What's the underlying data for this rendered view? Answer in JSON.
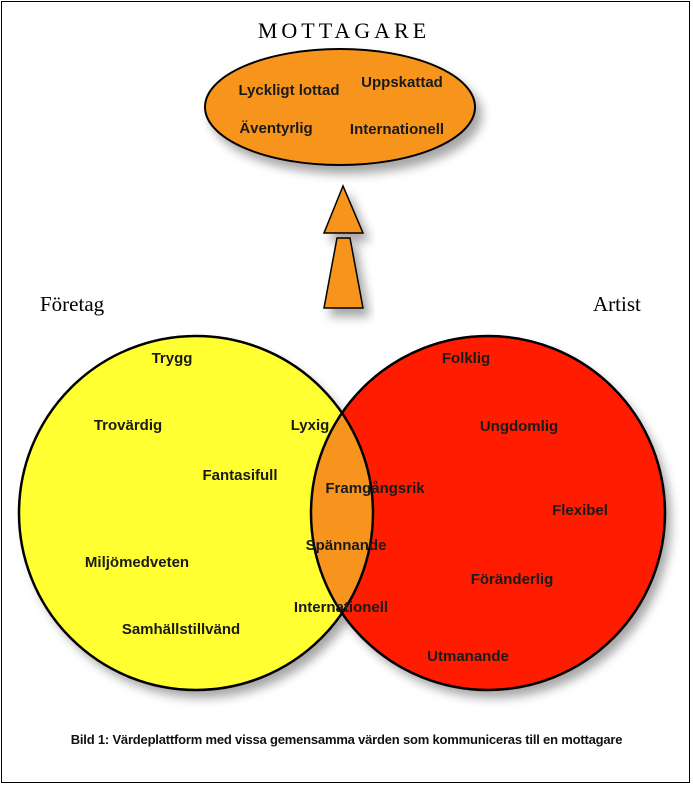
{
  "receiver": {
    "title": "MOTTAGARE",
    "values": [
      "Lyckligt lottad",
      "Uppskattad",
      "Äventyrlig",
      "Internationell"
    ]
  },
  "company": {
    "label": "Företag",
    "values": [
      "Trygg",
      "Trovärdig",
      "Fantasifull",
      "Miljömedveten",
      "Samhällstillvänd"
    ]
  },
  "artist": {
    "label": "Artist",
    "values": [
      "Folklig",
      "Ungdomlig",
      "Flexibel",
      "Föränderlig",
      "Utmanande"
    ]
  },
  "shared": {
    "values": [
      "Lyxig",
      "Framgångsrik",
      "Spännande",
      "Internationell"
    ]
  },
  "caption": "Bild 1: Värdeplattform med vissa gemensamma värden som kommuniceras till en mottagare",
  "colors": {
    "company_circle": "#FFFF33",
    "artist_circle": "#FF1A00",
    "overlap": "#F7941D",
    "receiver_ellipse": "#F7941D",
    "arrow": "#F7941D",
    "outline": "#000000"
  }
}
